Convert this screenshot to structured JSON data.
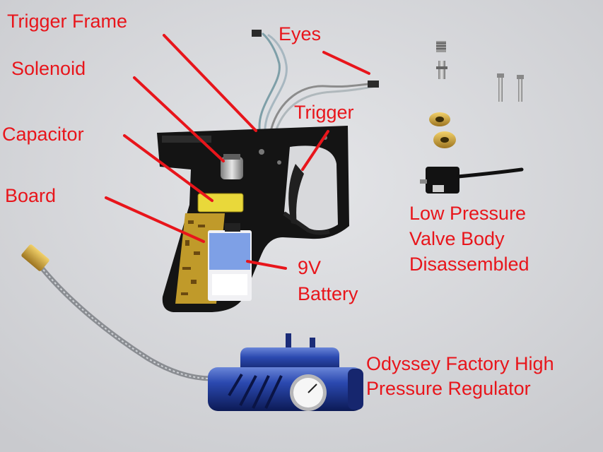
{
  "photo": {
    "background_color": "#d8d9dc",
    "label_color": "#e8151b",
    "parts": [
      "trigger-frame",
      "solenoid",
      "capacitor",
      "circuit-board",
      "9v-battery",
      "trigger",
      "eye-wires",
      "valve-spring",
      "valve-pin",
      "valve-screws",
      "valve-seals",
      "low-pressure-valve-body",
      "braided-hose",
      "high-pressure-regulator",
      "pressure-gauge"
    ]
  },
  "labels": {
    "trigger_frame": "Trigger Frame",
    "eyes": "Eyes",
    "solenoid": "Solenoid",
    "trigger": "Trigger",
    "capacitor": "Capacitor",
    "board": "Board",
    "battery_line1": "9V",
    "battery_line2": "Battery",
    "lpv_line1": "Low Pressure",
    "lpv_line2": "Valve Body",
    "lpv_line3": "Disassembled",
    "reg_line1": "Odyssey Factory High",
    "reg_line2": "Pressure Regulator"
  }
}
